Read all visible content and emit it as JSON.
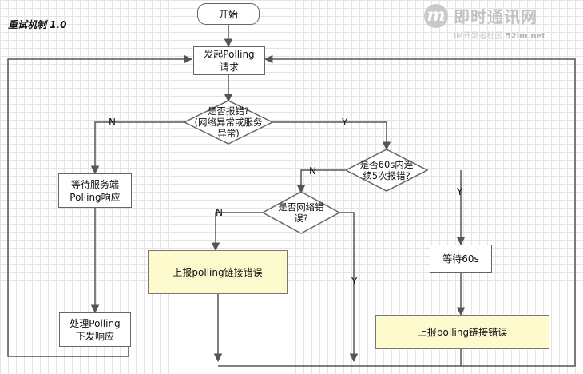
{
  "title": "重试机制 1.0",
  "watermark": {
    "mark": "m",
    "name": "即时通讯网",
    "slogan": "IM开发者社区",
    "url": "52im.net"
  },
  "nodes": {
    "start": "开始",
    "send_line1": "发起Polling",
    "send_line2": "请求",
    "is_error_line1": "是否报错?",
    "is_error_line2": "(网络异常或服务",
    "is_error_line3": "异常)",
    "wait_line1": "等待服务端",
    "wait_line2": "Polling响应",
    "handle_line1": "处理Polling",
    "handle_line2": "下发响应",
    "consec_line1": "是否60s内连",
    "consec_line2": "续5次报错?",
    "net_err_line1": "是否网络错",
    "net_err_line2": "误?",
    "report_left": "上报polling链接错误",
    "wait60": "等待60s",
    "report_right": "上报polling链接错误"
  },
  "edge_labels": {
    "is_error_no": "N",
    "is_error_yes": "Y",
    "consec_no": "N",
    "consec_yes": "Y",
    "net_no": "N",
    "net_yes": "Y"
  },
  "colors": {
    "line": "#555555",
    "box_border": "#666666",
    "highlight_fill": "#fdfbce"
  }
}
